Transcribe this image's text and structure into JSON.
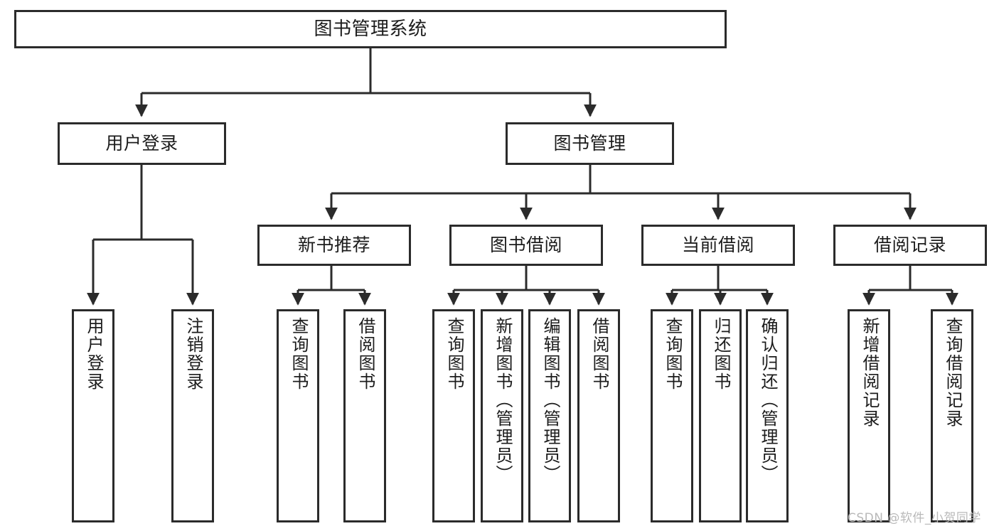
{
  "diagram": {
    "title": "图书管理系统",
    "type": "tree-hierarchy-chart",
    "root": {
      "label": "图书管理系统"
    },
    "level2": [
      {
        "label": "用户登录"
      },
      {
        "label": "图书管理"
      }
    ],
    "level3": [
      {
        "label": "新书推荐"
      },
      {
        "label": "图书借阅"
      },
      {
        "label": "当前借阅"
      },
      {
        "label": "借阅记录"
      }
    ],
    "leaves": {
      "user_login": [
        {
          "label": "用户登录"
        },
        {
          "label": "注销登录"
        }
      ],
      "new_book_recommend": [
        {
          "label": "查询图书"
        },
        {
          "label": "借阅图书"
        }
      ],
      "book_borrow": [
        {
          "label": "查询图书"
        },
        {
          "label": "新增图书（管理员）"
        },
        {
          "label": "编辑图书（管理员）"
        },
        {
          "label": "借阅图书"
        }
      ],
      "current_borrow": [
        {
          "label": "查询图书"
        },
        {
          "label": "归还图书"
        },
        {
          "label": "确认归还（管理员）"
        }
      ],
      "borrow_records": [
        {
          "label": "新增借阅记录"
        },
        {
          "label": "查询借阅记录"
        }
      ]
    }
  },
  "watermark": {
    "text": "CSDN @软件_小贺同学"
  },
  "colors": {
    "background": "#ffffff",
    "node_border": "#2b2b2b",
    "node_fill": "#ffffff",
    "edge": "#2b2b2b",
    "text": "#1c1c1c",
    "watermark": "#b9b9b9"
  }
}
